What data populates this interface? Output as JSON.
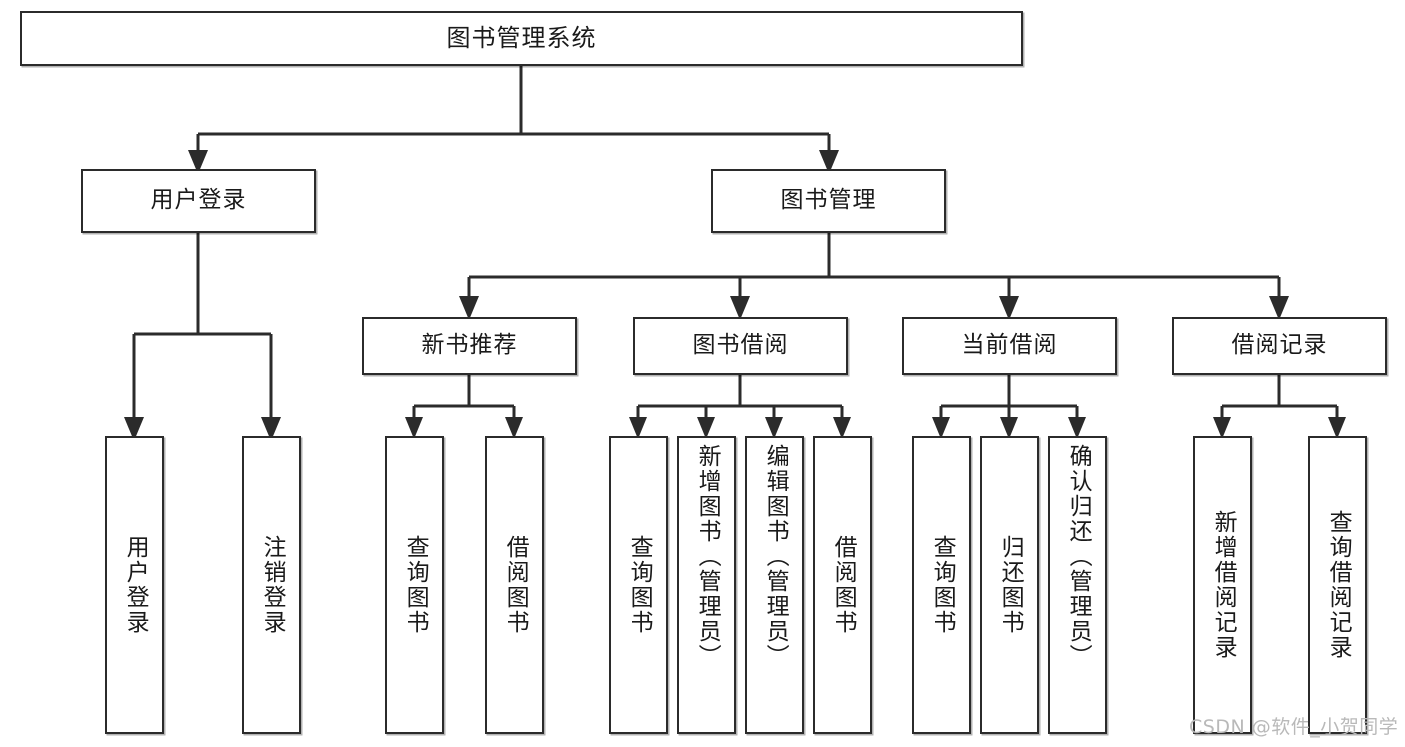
{
  "diagram": {
    "title": "图书管理系统",
    "type": "tree-hierarchy-chart",
    "root": {
      "id": "root",
      "label": "图书管理系统",
      "orientation": "horizontal"
    },
    "level2": [
      {
        "id": "user-login",
        "label": "用户登录",
        "orientation": "horizontal"
      },
      {
        "id": "book-manage",
        "label": "图书管理",
        "orientation": "horizontal"
      }
    ],
    "level3": [
      {
        "id": "new-book-recommend",
        "label": "新书推荐",
        "orientation": "horizontal",
        "parent": "book-manage"
      },
      {
        "id": "book-borrow",
        "label": "图书借阅",
        "orientation": "horizontal",
        "parent": "book-manage"
      },
      {
        "id": "current-borrow",
        "label": "当前借阅",
        "orientation": "horizontal",
        "parent": "book-manage"
      },
      {
        "id": "borrow-record",
        "label": "借阅记录",
        "orientation": "horizontal",
        "parent": "book-manage"
      }
    ],
    "leaves": [
      {
        "id": "leaf-user-login",
        "label": "用户登录",
        "parent": "user-login",
        "orientation": "vertical"
      },
      {
        "id": "leaf-logout-login",
        "label": "注销登录",
        "parent": "user-login",
        "orientation": "vertical"
      },
      {
        "id": "leaf-query-book-1",
        "label": "查询图书",
        "parent": "new-book-recommend",
        "orientation": "vertical"
      },
      {
        "id": "leaf-borrow-book-1",
        "label": "借阅图书",
        "parent": "new-book-recommend",
        "orientation": "vertical"
      },
      {
        "id": "leaf-query-book-2",
        "label": "查询图书",
        "parent": "book-borrow",
        "orientation": "vertical"
      },
      {
        "id": "leaf-add-book",
        "label": "新增图书（管理员）",
        "parent": "book-borrow",
        "orientation": "vertical"
      },
      {
        "id": "leaf-edit-book",
        "label": "编辑图书（管理员）",
        "parent": "book-borrow",
        "orientation": "vertical"
      },
      {
        "id": "leaf-borrow-book-2",
        "label": "借阅图书",
        "parent": "book-borrow",
        "orientation": "vertical"
      },
      {
        "id": "leaf-query-book-3",
        "label": "查询图书",
        "parent": "current-borrow",
        "orientation": "vertical"
      },
      {
        "id": "leaf-return-book",
        "label": "归还图书",
        "parent": "current-borrow",
        "orientation": "vertical"
      },
      {
        "id": "leaf-confirm-return",
        "label": "确认归还（管理员）",
        "parent": "current-borrow",
        "orientation": "vertical"
      },
      {
        "id": "leaf-add-record",
        "label": "新增借阅记录",
        "parent": "borrow-record",
        "orientation": "vertical"
      },
      {
        "id": "leaf-query-record",
        "label": "查询借阅记录",
        "parent": "borrow-record",
        "orientation": "vertical"
      }
    ],
    "colors": {
      "border": "#2b2b2b",
      "background": "#ffffff",
      "text": "#1a1a1a",
      "connector": "#2b2b2b",
      "watermark": "#b9b9b9"
    }
  },
  "watermark": {
    "text": "CSDN @软件_小贺同学"
  }
}
